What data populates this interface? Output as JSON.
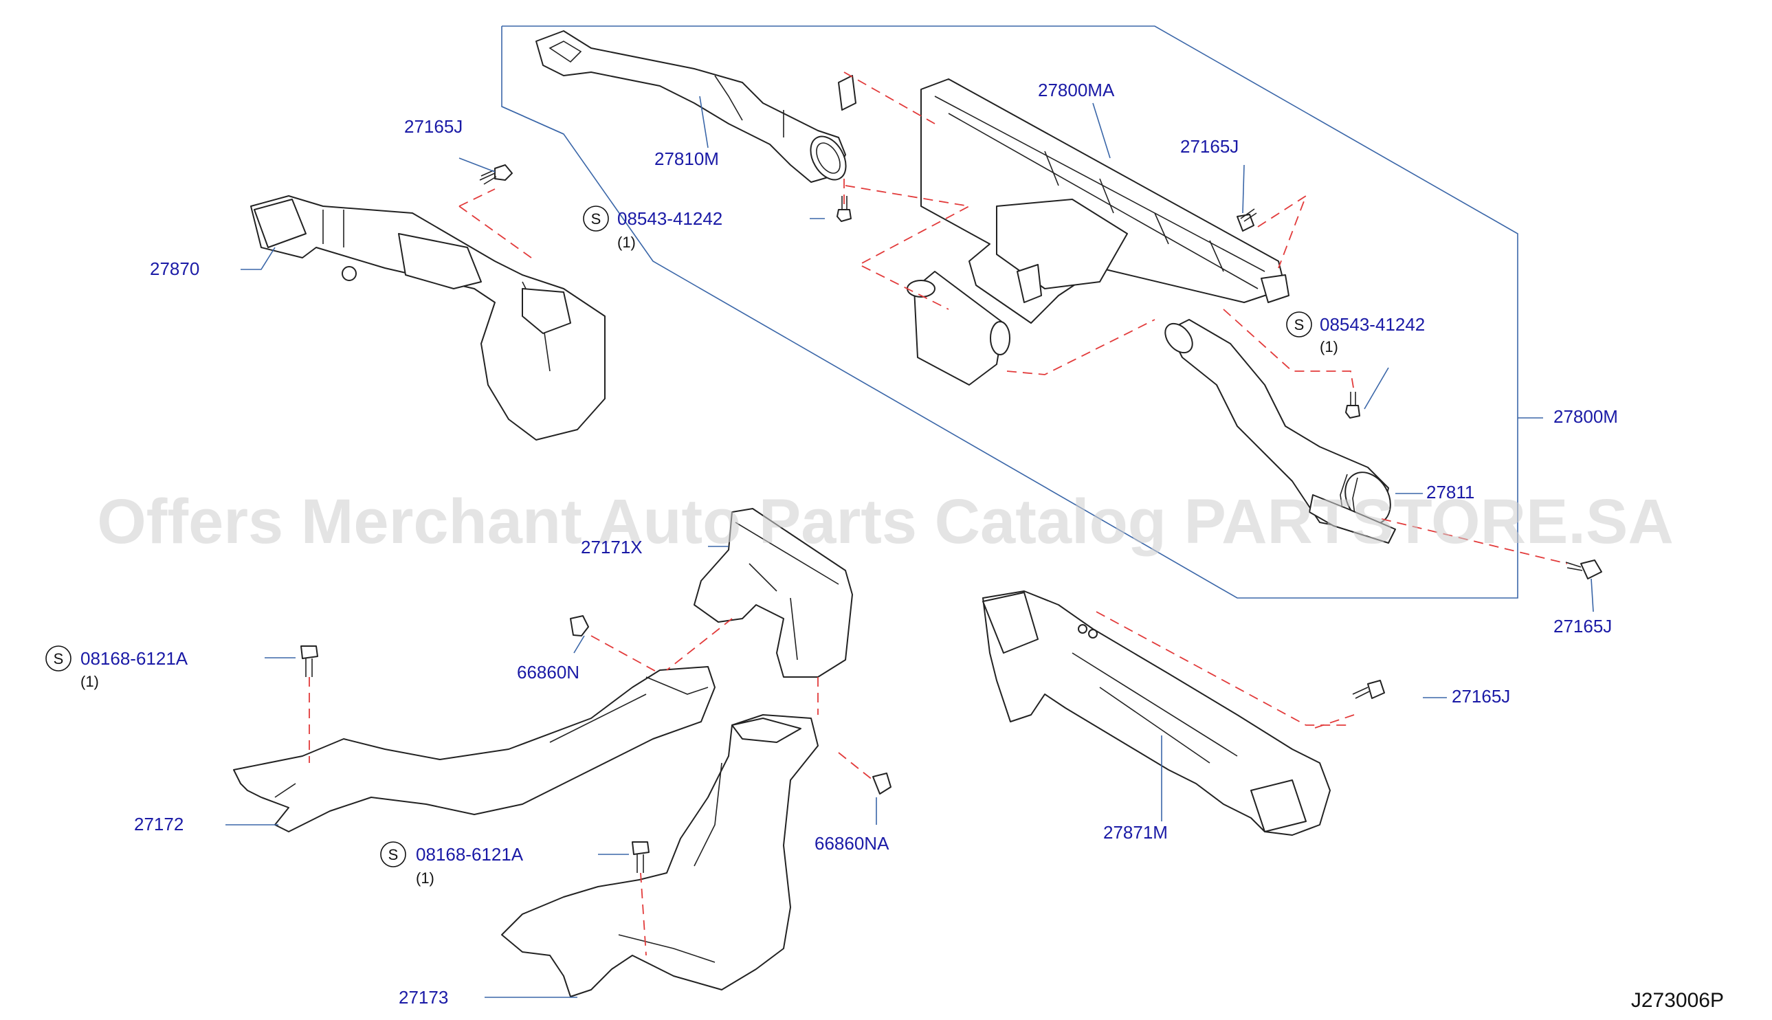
{
  "labels": {
    "p27810M": "27810M",
    "p27800MA": "27800MA",
    "p27165J_a": "27165J",
    "p27165J_b": "27165J",
    "p27165J_c": "27165J",
    "p27165J_d": "27165J",
    "p27870": "27870",
    "p27800M": "27800M",
    "p27811": "27811",
    "p27171X": "27171X",
    "p66860N": "66860N",
    "p66860NA": "66860NA",
    "p27172": "27172",
    "p27173": "27173",
    "p27871M": "27871M",
    "s08543_a": "08543-41242",
    "s08543_b": "08543-41242",
    "s08168_a": "08168-6121A",
    "s08168_b": "08168-6121A"
  },
  "qty": {
    "s08543_a": "(1)",
    "s08543_b": "(1)",
    "s08168_a": "(1)",
    "s08168_b": "(1)"
  },
  "symbol_s": "S",
  "watermark": "Offers Merchant Auto Parts Catalog PARTSTORE.SA",
  "diagram_code": "J273006P"
}
